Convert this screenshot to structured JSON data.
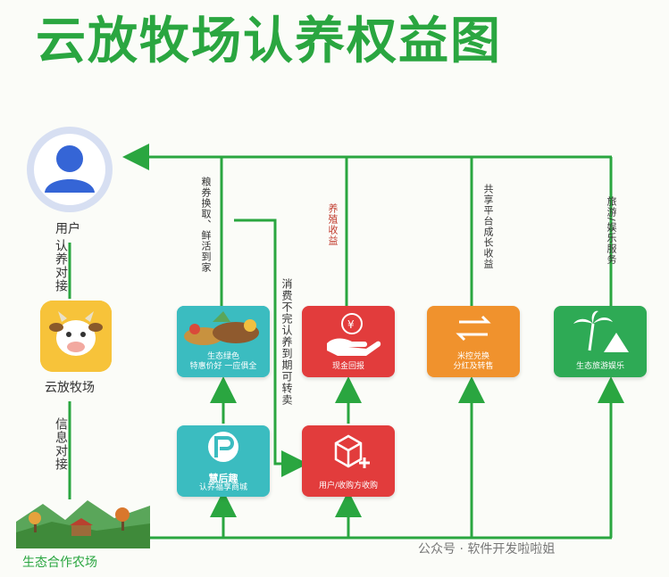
{
  "title": "云放牧场认养权益图",
  "nodes": {
    "user": "用户",
    "app": "云放牧场",
    "farm": "生态合作农场"
  },
  "side_labels": {
    "adopt_connect": "认养对接",
    "info_connect": "信息对接"
  },
  "flow_labels": {
    "ration": "粮券换取、鲜活到家",
    "consume": "消费不完认养到期可转卖",
    "earnings": "养殖收益",
    "platform": "共享平台成长收益",
    "travel": "旅游/娱乐服务"
  },
  "boxes": {
    "eco": {
      "line1": "生态绿色",
      "line2": "特惠价好 一应俱全"
    },
    "cash": {
      "label": "现金回报"
    },
    "swap": {
      "line1": "米控兑换",
      "line2": "分红及转售"
    },
    "tour": {
      "label": "生态旅游娱乐"
    },
    "mall": {
      "logo": "慧后趣",
      "label": "认养福享商城"
    },
    "buy": {
      "label": "用户/收购方收购"
    }
  },
  "watermark": "公众号 · 软件开发啦啦姐",
  "colors": {
    "title": "#2aa640",
    "line": "#2aa640",
    "teal": "#3bbcc0",
    "red": "#e23c3c",
    "orange": "#f0922d",
    "green": "#2eaa55",
    "yellow": "#f7c33a"
  }
}
